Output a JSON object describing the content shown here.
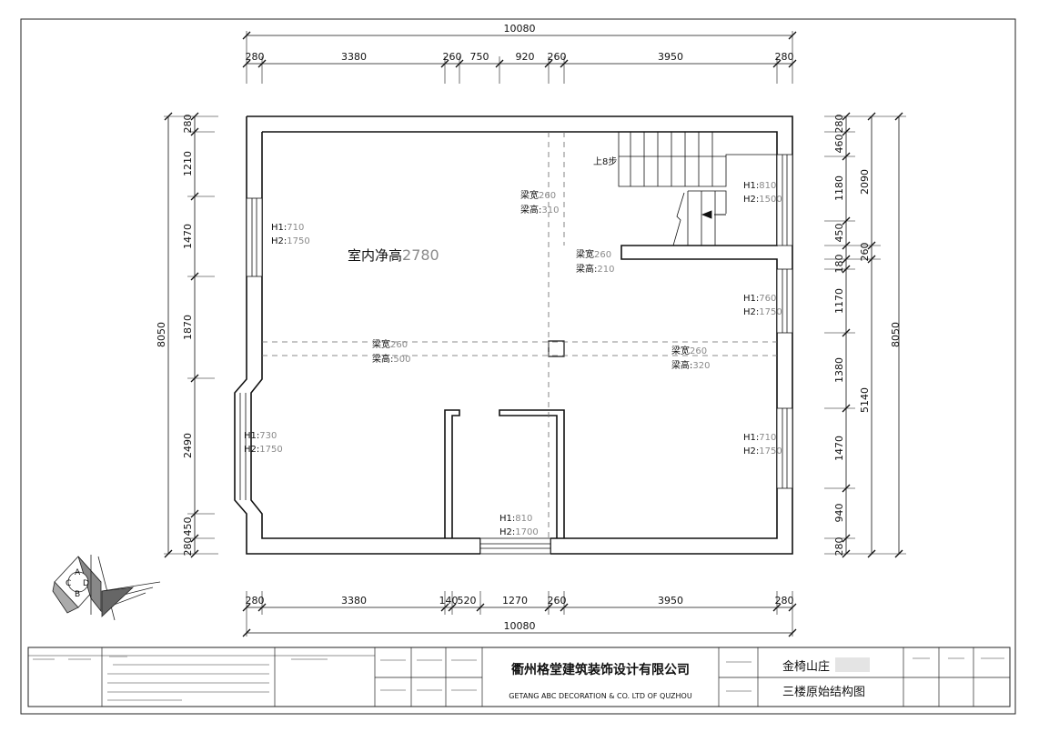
{
  "dims": {
    "top_total": "10080",
    "top_segments": [
      "280",
      "3380",
      "260",
      "750",
      "920",
      "260",
      "3950",
      "280"
    ],
    "bottom_total": "10080",
    "bottom_segments": [
      "280",
      "3380",
      "140",
      "520",
      "1270",
      "260",
      "3950",
      "280"
    ],
    "left_total": "8050",
    "left_segments": [
      "280",
      "1210",
      "1470",
      "1870",
      "2490",
      "450",
      "280"
    ],
    "right_inner": [
      "280",
      "460",
      "1180",
      "450",
      "180",
      "1170",
      "1380",
      "1470",
      "940",
      "280"
    ],
    "right_mid": [
      "2090",
      "260",
      "5140"
    ],
    "right_total": "8050"
  },
  "labels": {
    "room_height_label": "室内净高",
    "room_height_value": "2780",
    "stairs": "上8步",
    "beam1_w_label": "梁宽",
    "beam1_w_value": "260",
    "beam1_h_label": "梁高:",
    "beam1_h_value": "310",
    "beam2_w_label": "梁宽",
    "beam2_w_value": "260",
    "beam2_h_label": "梁高:",
    "beam2_h_value": "210",
    "beam3_w_label": "梁宽",
    "beam3_w_value": "260",
    "beam3_h_label": "梁高:",
    "beam3_h_value": "500",
    "beam4_w_label": "梁宽",
    "beam4_w_value": "260",
    "beam4_h_label": "梁高:",
    "beam4_h_value": "320",
    "win_left_h1_label": "H1:",
    "win_left_h1": "710",
    "win_left_h2_label": "H2:",
    "win_left_h2": "1750",
    "win_bay_h1_label": "H1:",
    "win_bay_h1": "730",
    "win_bay_h2_label": "H2:",
    "win_bay_h2": "1750",
    "win_tr_h1_label": "H1:",
    "win_tr_h1": "810",
    "win_tr_h2_label": "H2:",
    "win_tr_h2": "1500",
    "win_mr_h1_label": "H1:",
    "win_mr_h1": "760",
    "win_mr_h2_label": "H2:",
    "win_mr_h2": "1750",
    "win_br_h1_label": "H1:",
    "win_br_h1": "710",
    "win_br_h2_label": "H2:",
    "win_br_h2": "1750",
    "win_bot_h1_label": "H1:",
    "win_bot_h1": "810",
    "win_bot_h2_label": "H2:",
    "win_bot_h2": "1700"
  },
  "legend": {
    "letters": [
      "A",
      "C",
      "D",
      "B"
    ]
  },
  "title_block": {
    "company_cn": "衢州格堂建筑装饰设计有限公司",
    "company_en": "GETANG ABC DECORATION  &  CO. LTD OF QUZHOU",
    "project_name": "金椅山庄",
    "drawing_title": "三楼原始结构图"
  }
}
